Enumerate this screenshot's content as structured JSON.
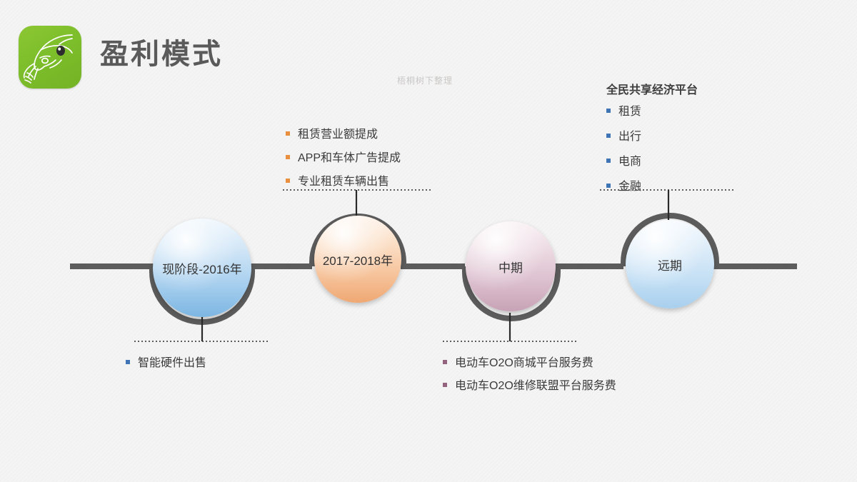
{
  "slide": {
    "title": "盈利模式",
    "watermark": "梧桐树下整理",
    "logo_icon": "eagle-head-icon",
    "colors": {
      "background": "#f4f4f4",
      "logo_green": "#7dbe2b",
      "title_gray": "#5a5a5a",
      "track_gray": "#5c5c5c",
      "bullet_orange": "#e8903f",
      "bullet_blue": "#3f74b5",
      "bullet_purple": "#93637e"
    }
  },
  "timeline": {
    "nodes": [
      {
        "id": "node-1",
        "label": "现阶段-2016年",
        "color": "#a8cfee",
        "color_name": "blue"
      },
      {
        "id": "node-2",
        "label": "2017-2018年",
        "color": "#f6c39b",
        "color_name": "orange"
      },
      {
        "id": "node-3",
        "label": "中期",
        "color": "#dcc0cf",
        "color_name": "mauve"
      },
      {
        "id": "node-4",
        "label": "远期",
        "color": "#c3dff4",
        "color_name": "light-blue"
      }
    ]
  },
  "callouts": {
    "top_left": {
      "position": "above-node-2",
      "bullet_color": "#e8903f",
      "items": [
        "租赁营业额提成",
        "APP和车体广告提成",
        "专业租赁车辆出售"
      ]
    },
    "top_right": {
      "position": "above-node-4",
      "bullet_color": "#3f74b5",
      "header": "全民共享经济平台",
      "items": [
        "租赁",
        "出行",
        "电商",
        "金融"
      ]
    },
    "bottom_left": {
      "position": "below-node-1",
      "bullet_color": "#3f74b5",
      "items": [
        "智能硬件出售"
      ]
    },
    "bottom_middle": {
      "position": "below-node-3",
      "bullet_color": "#93637e",
      "items": [
        "电动车O2O商城平台服务费",
        "电动车O2O维修联盟平台服务费"
      ]
    }
  }
}
